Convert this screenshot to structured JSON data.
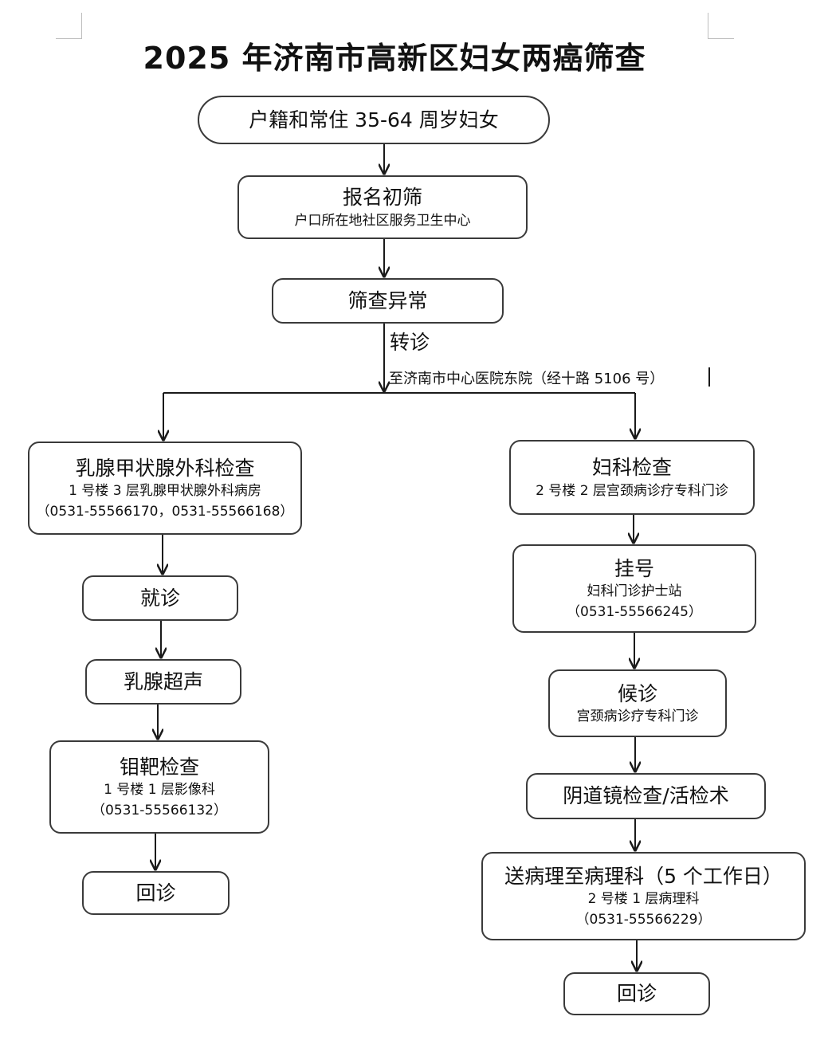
{
  "title": "2025 年济南市高新区妇女两癌筛查",
  "nodes": {
    "start": {
      "title": "户籍和常住 35-64 周岁妇女"
    },
    "register": {
      "title": "报名初筛",
      "location": "户口所在地社区服务卫生中心"
    },
    "abnormal": {
      "title": "筛查异常"
    },
    "referral": {
      "label": "转诊",
      "destination": "至济南市中心医院东院（经十路 5106 号）"
    },
    "breast_exam": {
      "title": "乳腺甲状腺外科检查",
      "location": "1 号楼 3 层乳腺甲状腺外科病房",
      "phone": "（0531-55566170，0531-55566168）"
    },
    "visit": {
      "title": "就诊"
    },
    "ultrasound": {
      "title": "乳腺超声"
    },
    "mammography": {
      "title": "钼靶检查",
      "location": "1 号楼 1 层影像科",
      "phone": "（0531-55566132）"
    },
    "left_return": {
      "title": "回诊"
    },
    "gyn_exam": {
      "title": "妇科检查",
      "location": "2 号楼 2 层宫颈病诊疗专科门诊"
    },
    "registration": {
      "title": "挂号",
      "location": "妇科门诊护士站",
      "phone": "（0531-55566245）"
    },
    "waiting": {
      "title": "候诊",
      "location": "宫颈病诊疗专科门诊"
    },
    "colposcopy": {
      "title": "阴道镜检查/活检术"
    },
    "pathology": {
      "title": "送病理至病理科（5 个工作日）",
      "location": "2 号楼 1 层病理科",
      "phone": "（0531-55566229）"
    },
    "right_return": {
      "title": "回诊"
    }
  }
}
